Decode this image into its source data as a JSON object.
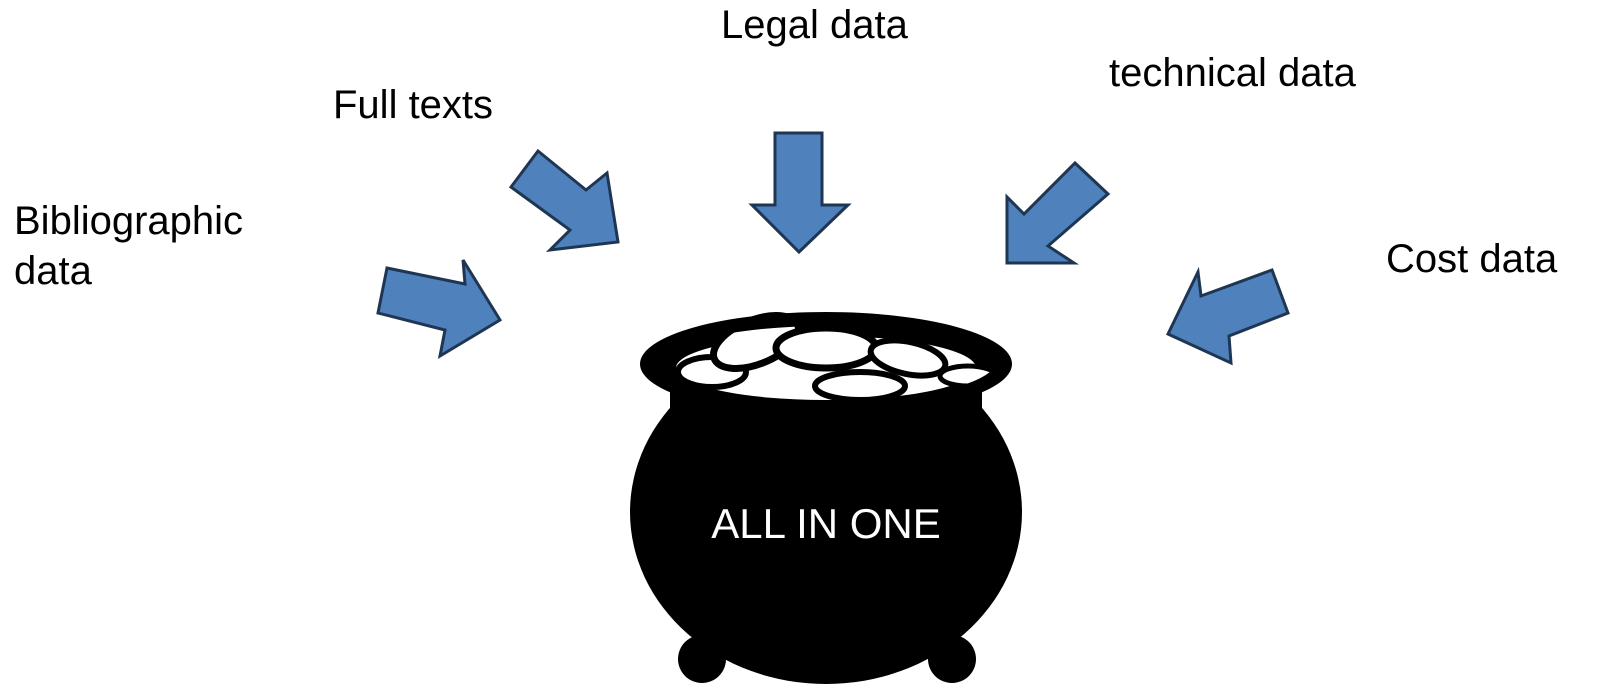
{
  "labels": {
    "bibliographic_line1": "Bibliographic",
    "bibliographic_line2": "data",
    "full_texts": "Full texts",
    "legal_data": "Legal data",
    "technical_data": "technical data",
    "cost_data": "Cost data"
  },
  "pot": {
    "text": "ALL IN ONE"
  },
  "colors": {
    "arrow_fill": "#4f81bd",
    "arrow_stroke": "#1f3653",
    "pot": "#000000",
    "pot_text": "#ffffff"
  }
}
